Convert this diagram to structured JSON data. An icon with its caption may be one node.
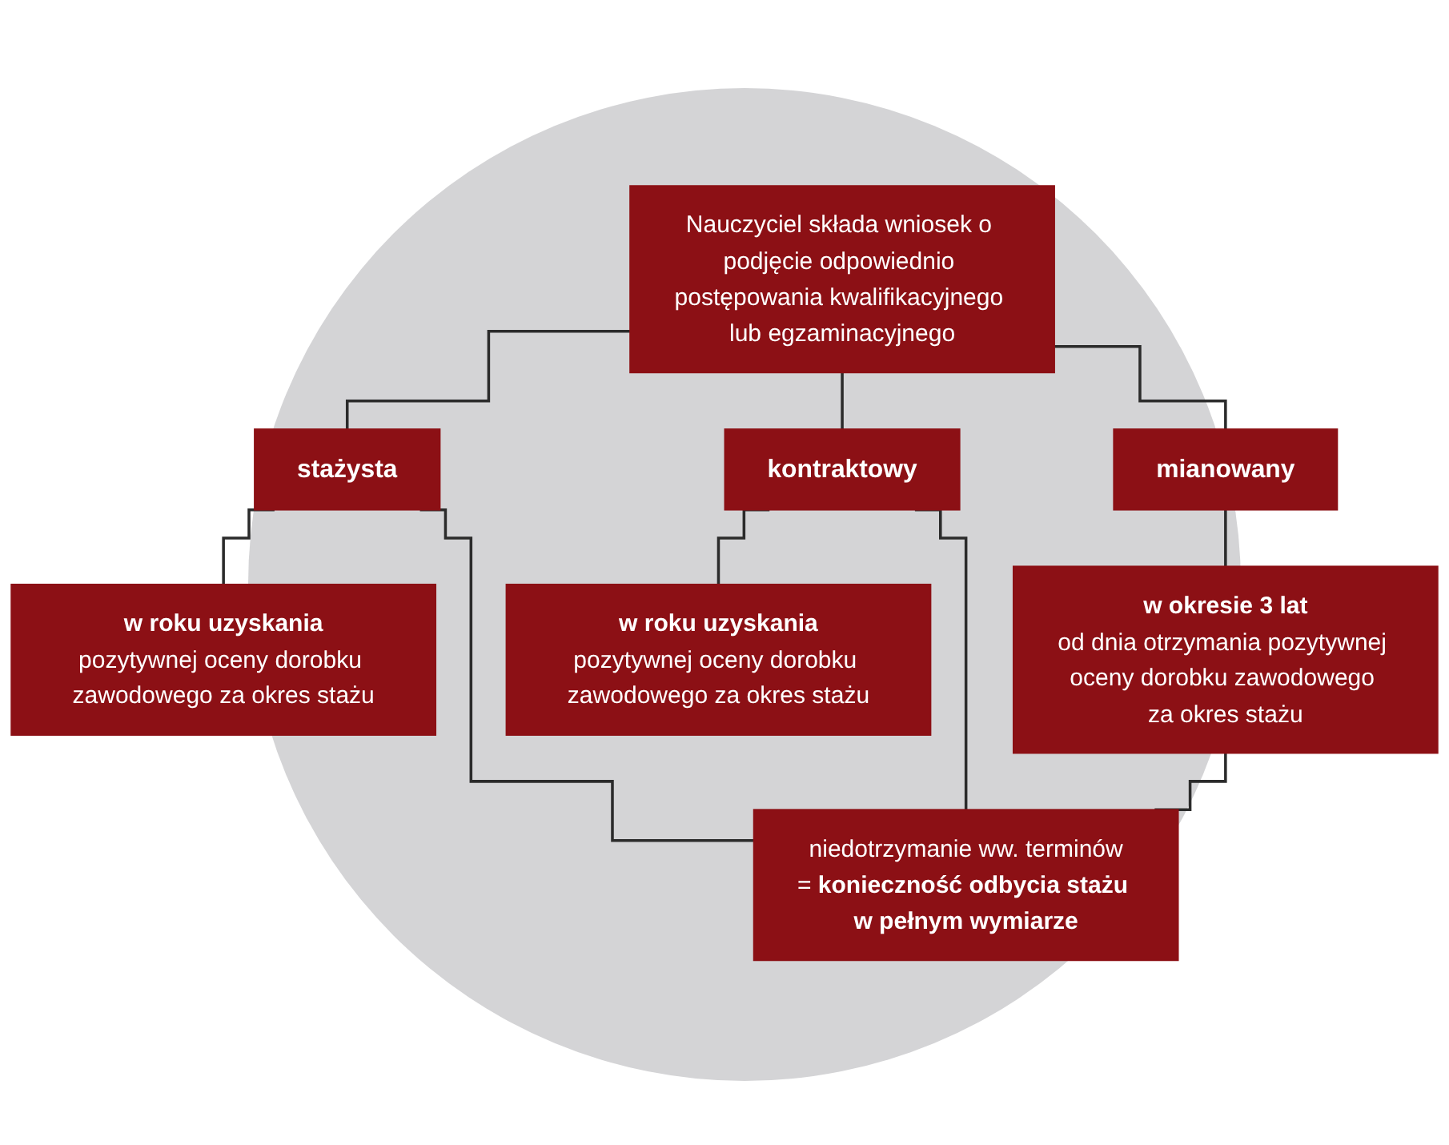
{
  "diagram": {
    "nodes": [
      {
        "text": [
          "Nauczyciel składa wniosek o podjęcie odpowiednio postępowania kwalifikacyjnego lub egzaminacyjnego"
        ]
      },
      {
        "text": [
          "stażysta"
        ]
      },
      {
        "text": [
          "kontraktowy"
        ]
      },
      {
        "text": [
          "mianowany"
        ]
      },
      {
        "text": [
          "w roku uzyskania",
          "pozytywnej oceny dorobku zawodowego za okres stażu"
        ]
      },
      {
        "text": [
          "w roku uzyskania",
          "pozytywnej oceny dorobku zawodowego za okres stażu"
        ]
      },
      {
        "text": [
          "w okresie 3 lat",
          "od dnia otrzymania pozytywnej oceny dorobku zawodowego za okres stażu"
        ]
      },
      {
        "text": [
          "niedotrzymanie ww. terminów",
          "= **konieczność odbycia stażu w pełnym wymiarze**"
        ]
      }
    ],
    "edges": [
      {
        "from": 0,
        "to": 1,
        "arrow": "none"
      },
      {
        "from": 0,
        "to": 2,
        "arrow": "none"
      },
      {
        "from": 0,
        "to": 3,
        "arrow": "none"
      },
      {
        "from": 1,
        "to": 4,
        "arrow": "none"
      },
      {
        "from": 2,
        "to": 5,
        "arrow": "none"
      },
      {
        "from": 3,
        "to": 6,
        "arrow": "none"
      },
      {
        "from": 1,
        "to": 7,
        "arrow": "none"
      },
      {
        "from": 2,
        "to": 7,
        "arrow": "none"
      },
      {
        "from": 6,
        "to": 7,
        "arrow": "none"
      }
    ]
  }
}
